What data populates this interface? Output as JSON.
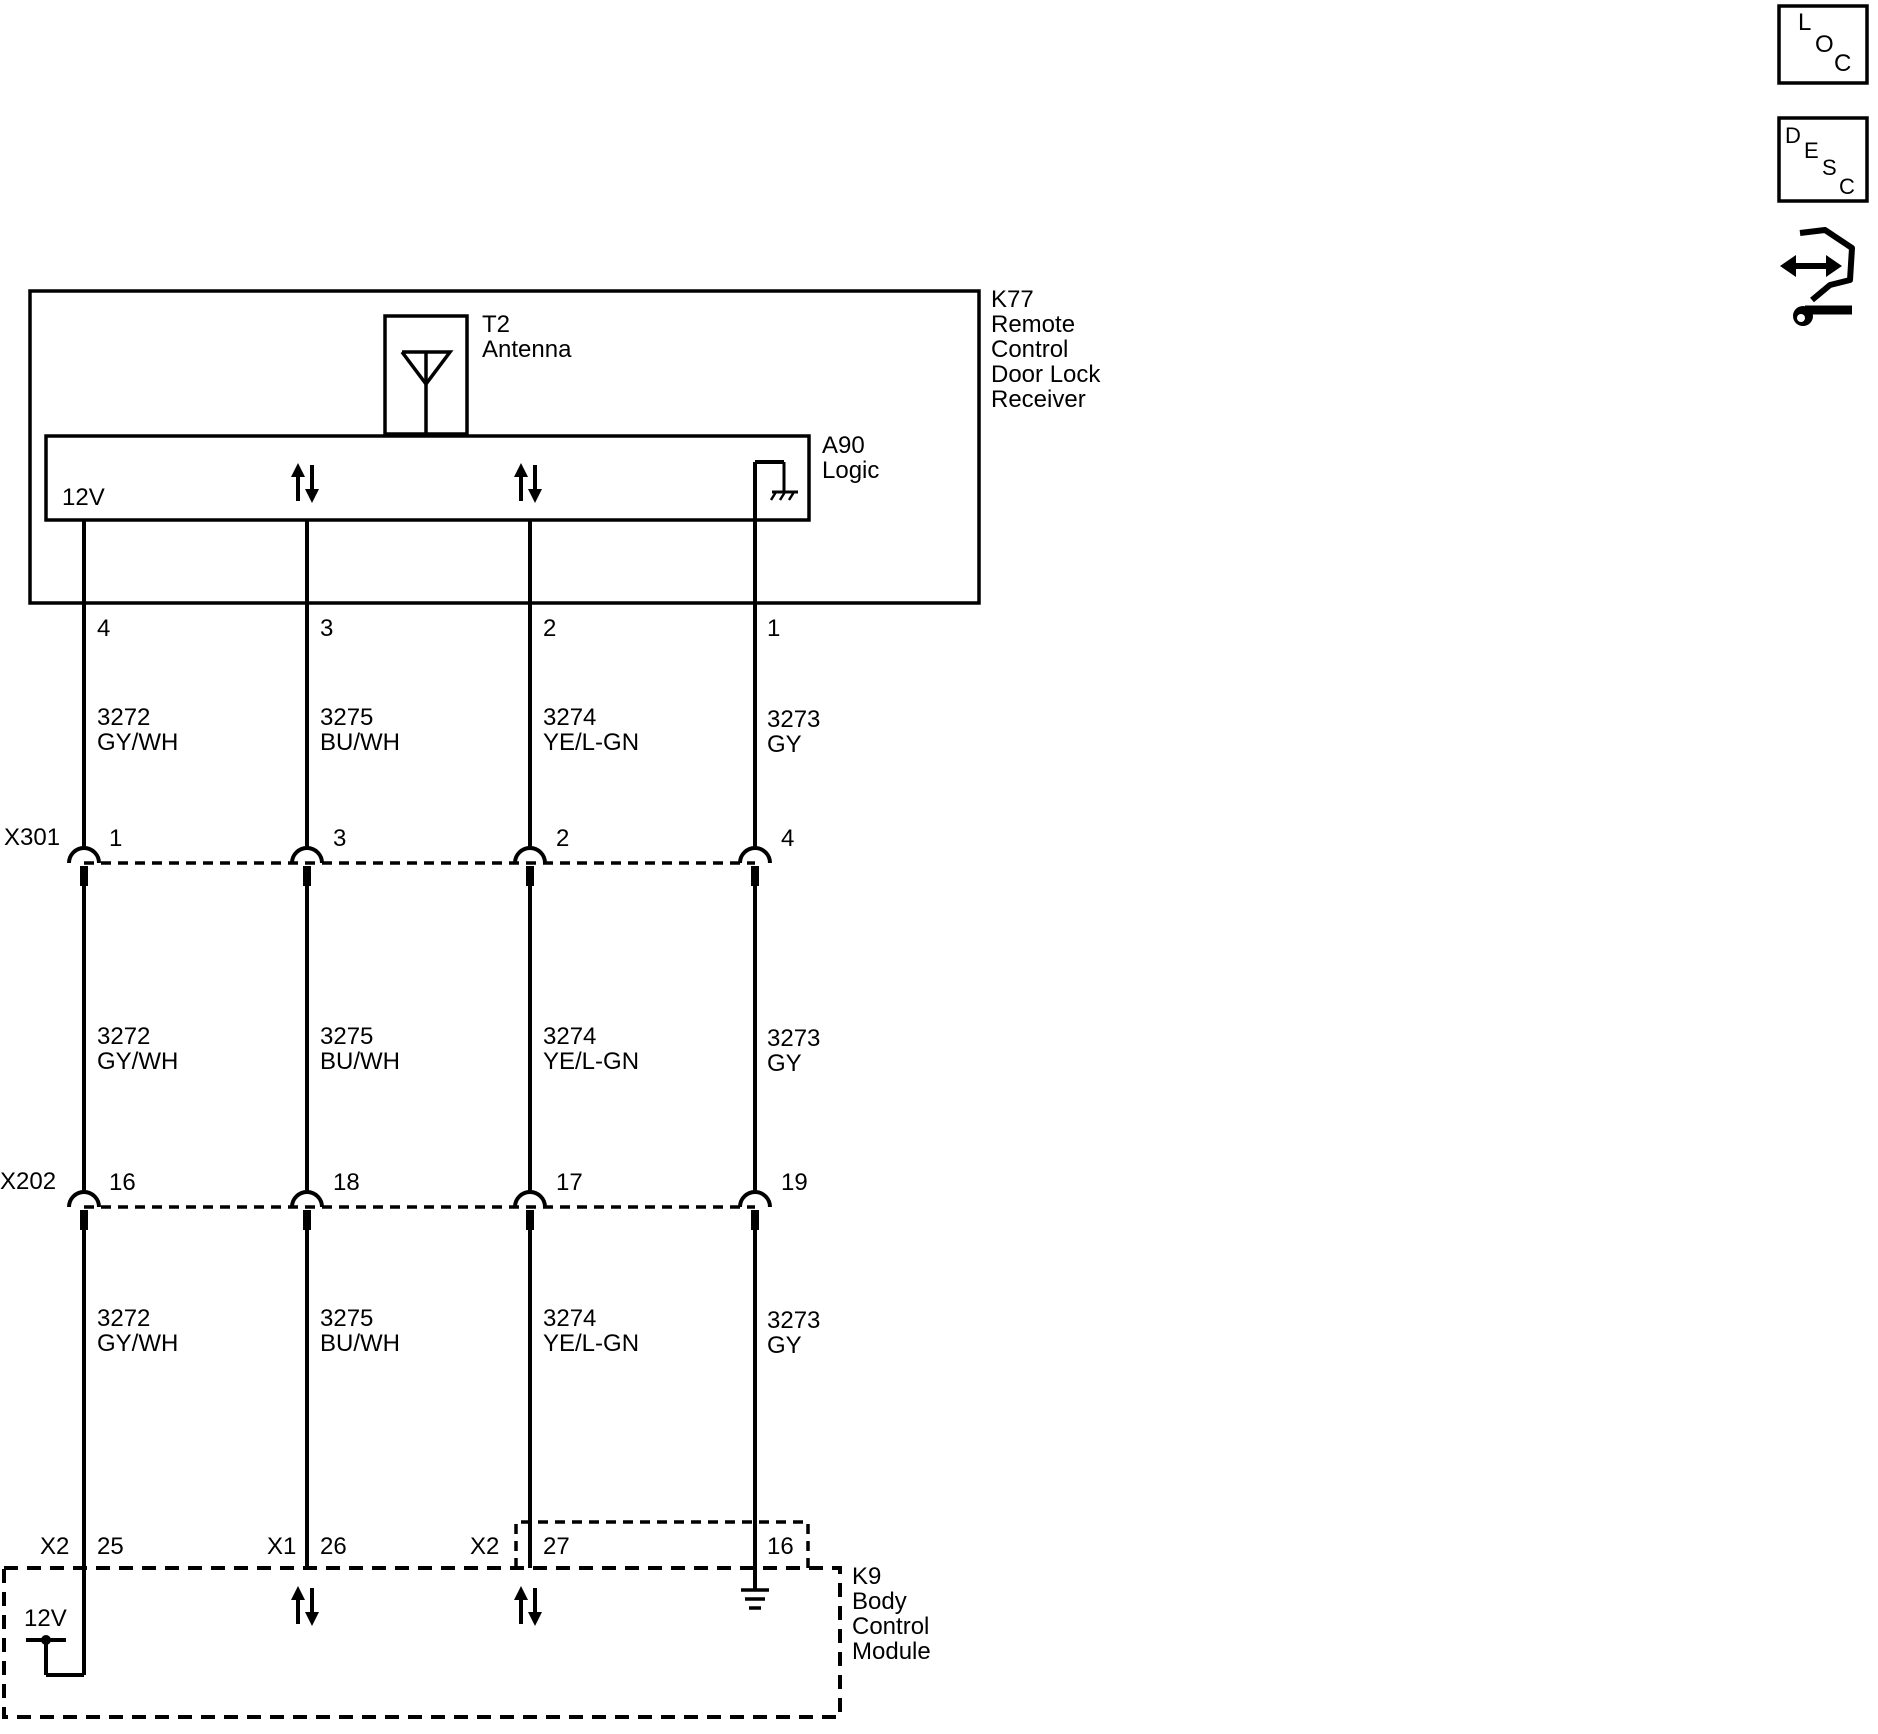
{
  "icons": {
    "loc": {
      "letters": [
        "L",
        "O",
        "C"
      ]
    },
    "desc": {
      "letters": [
        "D",
        "E",
        "S",
        "C"
      ]
    },
    "service_icon": "connector-wrench-icon"
  },
  "k77": {
    "designator": "K77",
    "name_lines": [
      "Remote",
      "Control",
      "Door Lock",
      "Receiver"
    ]
  },
  "t2": {
    "designator": "T2",
    "name": "Antenna"
  },
  "a90": {
    "designator": "A90",
    "name": "Logic",
    "supply_label": "12V"
  },
  "k9": {
    "designator": "K9",
    "name_lines": [
      "Body",
      "Control",
      "Module"
    ],
    "supply_label": "12V"
  },
  "connectors": {
    "x301": {
      "name": "X301",
      "pins": [
        "1",
        "3",
        "2",
        "4"
      ]
    },
    "x202": {
      "name": "X202",
      "pins": [
        "16",
        "18",
        "17",
        "19"
      ]
    }
  },
  "k77_pins": [
    "4",
    "3",
    "2",
    "1"
  ],
  "wires": [
    {
      "circuit": "3272",
      "color": "GY/WH"
    },
    {
      "circuit": "3275",
      "color": "BU/WH"
    },
    {
      "circuit": "3274",
      "color": "YE/L-GN"
    },
    {
      "circuit": "3273",
      "color": "GY"
    }
  ],
  "k9_pins": [
    {
      "connector": "X2",
      "pin": "25"
    },
    {
      "connector": "X1",
      "pin": "26"
    },
    {
      "connector": "X2",
      "pin": "27"
    },
    {
      "connector": "",
      "pin": "16"
    }
  ]
}
